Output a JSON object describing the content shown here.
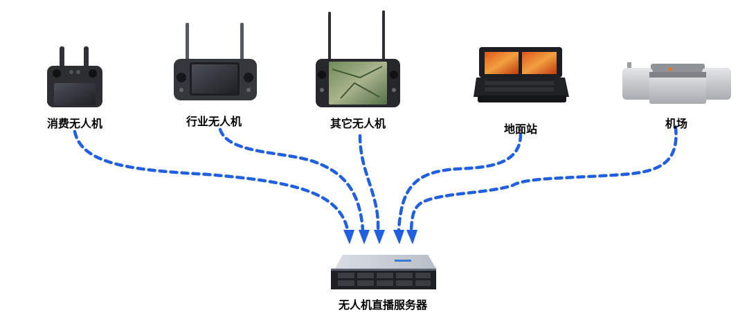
{
  "devices": [
    {
      "id": "consumer",
      "label": "消费无人机",
      "icon": "drone-remote-controller-icon"
    },
    {
      "id": "industry",
      "label": "行业无人机",
      "icon": "industrial-controller-icon"
    },
    {
      "id": "other",
      "label": "其它无人机",
      "icon": "tablet-controller-icon"
    },
    {
      "id": "ground",
      "label": "地面站",
      "icon": "ground-station-case-icon"
    },
    {
      "id": "dock",
      "label": "机场",
      "icon": "drone-dock-icon"
    }
  ],
  "server": {
    "label": "无人机直播服务器",
    "icon": "rack-server-icon"
  },
  "colors": {
    "connector": "#1f5fe0",
    "device_body": "#2b2d31",
    "screen": "#3a3d44",
    "dock_body": "#c9cbce"
  }
}
